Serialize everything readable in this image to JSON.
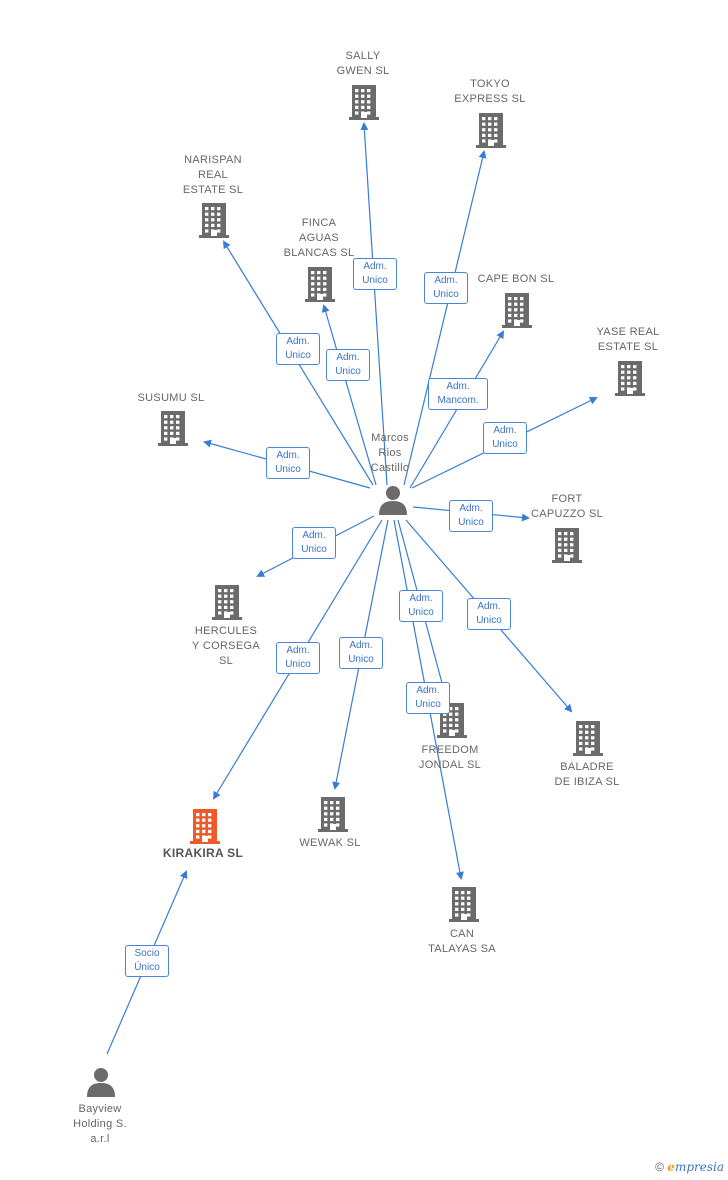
{
  "center": {
    "name": "Marcos\nRios\nCastillo"
  },
  "companies": [
    {
      "id": "sally",
      "name": "SALLY\nGWEN  SL"
    },
    {
      "id": "tokyo",
      "name": "TOKYO\nEXPRESS  SL"
    },
    {
      "id": "narispan",
      "name": "NARISPAN\nREAL\nESTATE  SL"
    },
    {
      "id": "finca",
      "name": "FINCA\nAGUAS\nBLANCAS  SL"
    },
    {
      "id": "capebon",
      "name": "CAPE BON  SL"
    },
    {
      "id": "yase",
      "name": "YASE REAL\nESTATE  SL"
    },
    {
      "id": "susumu",
      "name": "SUSUMU  SL"
    },
    {
      "id": "fort",
      "name": "FORT\nCAPUZZO  SL"
    },
    {
      "id": "hercules",
      "name": "HERCULES\nY CORSEGA\nSL"
    },
    {
      "id": "freedom",
      "name": "FREEDOM\nJONDAL  SL"
    },
    {
      "id": "baladre",
      "name": "BALADRE\nDE IBIZA SL"
    },
    {
      "id": "kirakira",
      "name": "KIRAKIRA  SL"
    },
    {
      "id": "wewak",
      "name": "WEWAK  SL"
    },
    {
      "id": "can",
      "name": "CAN\nTALAYAS SA"
    }
  ],
  "persons": [
    {
      "id": "bayview",
      "name": "Bayview\nHolding S.\na.r.l"
    }
  ],
  "relations": [
    {
      "id": "r-sally",
      "label": "Adm.\nUnico"
    },
    {
      "id": "r-tokyo",
      "label": "Adm.\nUnico"
    },
    {
      "id": "r-narispan",
      "label": "Adm.\nUnico"
    },
    {
      "id": "r-finca",
      "label": "Adm.\nUnico"
    },
    {
      "id": "r-capebon",
      "label": "Adm.\nMancom."
    },
    {
      "id": "r-yase",
      "label": "Adm.\nUnico"
    },
    {
      "id": "r-susumu",
      "label": "Adm.\nUnico"
    },
    {
      "id": "r-fort",
      "label": "Adm.\nUnico"
    },
    {
      "id": "r-hercules",
      "label": "Adm.\nUnico"
    },
    {
      "id": "r-freedom",
      "label": "Adm.\nUnico"
    },
    {
      "id": "r-baladre",
      "label": "Adm.\nUnico"
    },
    {
      "id": "r-kirakira",
      "label": "Adm.\nUnico"
    },
    {
      "id": "r-wewak",
      "label": "Adm.\nUnico"
    },
    {
      "id": "r-can",
      "label": "Adm.\nUnico"
    },
    {
      "id": "r-bayview",
      "label": "Socio\nÚnico"
    }
  ],
  "colors": {
    "edge": "#3a7bd5",
    "building": "#6b6b6b",
    "highlight": "#f05a28",
    "person": "#6b6b6b"
  },
  "footer": {
    "copyright": "©",
    "brand_initial": "e",
    "brand_rest": "mpresia"
  }
}
